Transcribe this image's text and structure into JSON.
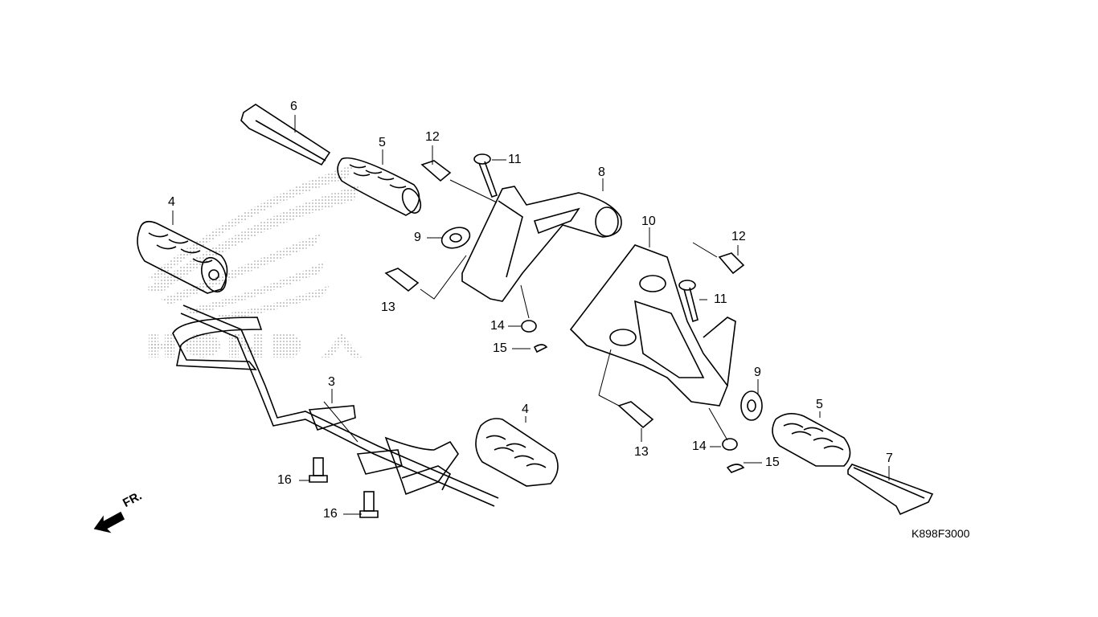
{
  "diagram": {
    "part_labels": {
      "p3": "3",
      "p4a": "4",
      "p4b": "4",
      "p5a": "5",
      "p5b": "5",
      "p6": "6",
      "p7": "7",
      "p8": "8",
      "p9a": "9",
      "p9b": "9",
      "p10": "10",
      "p11a": "11",
      "p11b": "11",
      "p12a": "12",
      "p12b": "12",
      "p13a": "13",
      "p13b": "13",
      "p14a": "14",
      "p14b": "14",
      "p15a": "15",
      "p15b": "15",
      "p16a": "16",
      "p16b": "16"
    },
    "direction_label": "FR.",
    "drawing_code": "K898F3000",
    "watermark": {
      "logo": "honda-wing-logo",
      "text": "HONDA",
      "color": "#9a9a9a"
    },
    "line_color": "#000000"
  }
}
